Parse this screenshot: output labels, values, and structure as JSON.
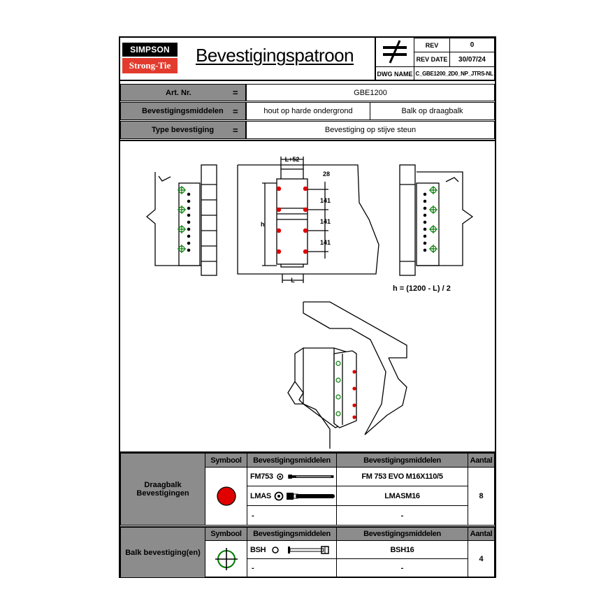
{
  "logo": {
    "line1": "SIMPSON",
    "line2": "Strong-Tie"
  },
  "title": "Bevestigingspatroon",
  "rev": {
    "rev_label": "REV",
    "rev_value": "0",
    "date_label": "REV DATE",
    "date_value": "30/07/24",
    "dwg_label": "DWG NAME",
    "dwg_value": "C_GBE1200_2D0_NP_JTRS-NL"
  },
  "info": {
    "art_label": "Art. Nr.",
    "art_value": "GBE1200",
    "bev_label": "Bevestigingsmiddelen",
    "bev_value_1": "hout op harde ondergrond",
    "bev_value_2": "Balk op draagbalk",
    "type_label": "Type bevestiging",
    "type_value": "Bevestiging op stijve steun",
    "equals": "="
  },
  "drawing": {
    "dim_top": "L+52",
    "dim_28": "28",
    "dim_141": "141",
    "dim_h": "h",
    "dim_L": "L",
    "formula": "h = (1200 - L) / 2"
  },
  "colors": {
    "red_fastener": "#e00000",
    "green_fastener": "#007a00",
    "header_gray": "#8c8c8c"
  },
  "table1": {
    "group": "Draagbalk Bevestigingen",
    "symbool_hdr": "Symbool",
    "midd_hdr_1": "Bevestigingsmiddelen",
    "midd_hdr_2": "Bevestigingsmiddelen",
    "aantal_hdr": "Aantal",
    "rows": [
      {
        "code": "FM753",
        "desc": "FM 753 EVO M16X110/5"
      },
      {
        "code": "LMAS",
        "desc": "LMASM16"
      },
      {
        "code": "-",
        "desc": "-"
      }
    ],
    "aantal": "8"
  },
  "table2": {
    "group": "Balk bevestiging(en)",
    "symbool_hdr": "Symbool",
    "midd_hdr_1": "Bevestigingsmiddelen",
    "midd_hdr_2": "Bevestigingsmiddelen",
    "aantal_hdr": "Aantal",
    "rows": [
      {
        "code": "BSH",
        "desc": "BSH16"
      },
      {
        "code": "-",
        "desc": "-"
      }
    ],
    "aantal": "4"
  }
}
